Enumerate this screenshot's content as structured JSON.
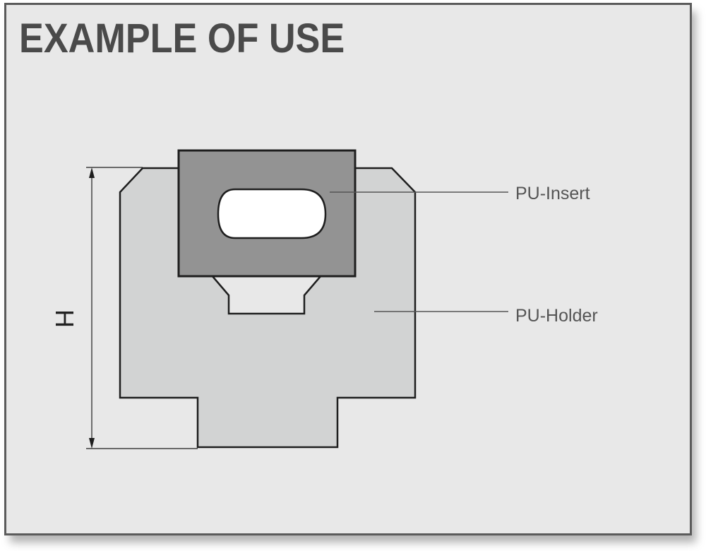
{
  "page": {
    "title": "EXAMPLE OF USE"
  },
  "diagram": {
    "dimension_label": "H",
    "callouts": {
      "insert": "PU-Insert",
      "holder": "PU-Holder"
    }
  },
  "colors": {
    "background": "#e8e8e8",
    "holder_fill": "#d2d3d3",
    "insert_fill": "#939393",
    "outline": "#1e1e1e",
    "title": "#4a4a4a"
  }
}
